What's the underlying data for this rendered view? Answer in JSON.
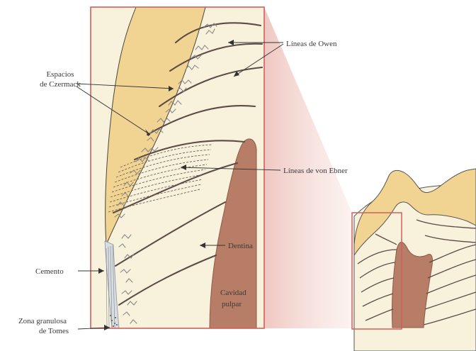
{
  "labels": {
    "czermack_line1": "Espacios",
    "czermack_line2": "de Czermack",
    "owen": "Líneas de Owen",
    "ebner": "Líneas de von Ebner",
    "dentina": "Dentina",
    "cavidad_line1": "Cavidad",
    "cavidad_line2": "pulpar",
    "cemento": "Cemento",
    "tomes_line1": "Zona granulosa",
    "tomes_line2": "de Tomes"
  },
  "colors": {
    "enamel": "#f2d492",
    "dentin": "#f8f1dc",
    "pulp": "#b87d66",
    "frame": "#d0605a",
    "cementum": "#9aa3ad",
    "incremental_line": "#5b4c46"
  }
}
